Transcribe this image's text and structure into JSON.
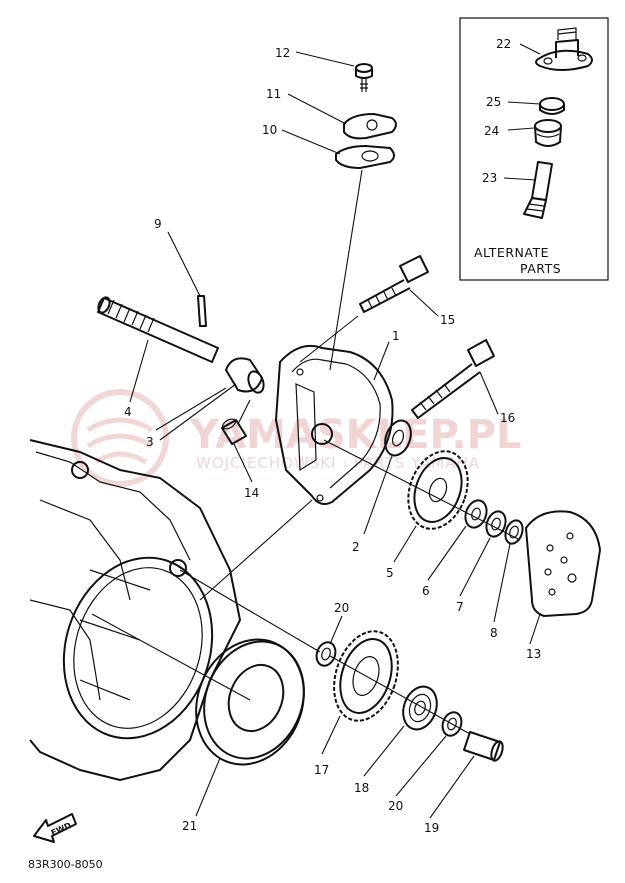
{
  "callouts": [
    "1",
    "2",
    "3",
    "4",
    "5",
    "6",
    "7",
    "8",
    "9",
    "10",
    "11",
    "12",
    "13",
    "14",
    "15",
    "16",
    "17",
    "18",
    "19",
    "20",
    "20",
    "21",
    "22",
    "23",
    "24",
    "25"
  ],
  "alternate_box": {
    "line1": "ALTERNATE",
    "line2": "PARTS"
  },
  "watermark": {
    "title": "YAMASKLEP.PL",
    "subtitle": "WOJCIECHOWSKI · PARTS YAMAHA"
  },
  "fwd_label": "FWD",
  "drawing_code": "83R300-8050"
}
